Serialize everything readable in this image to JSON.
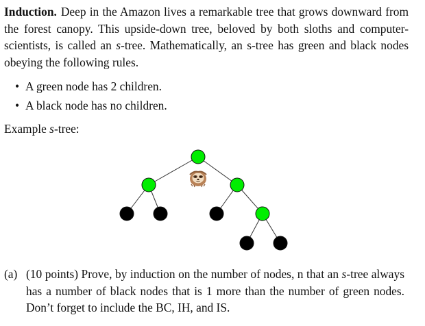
{
  "intro": {
    "lead": "Induction.",
    "part1": "Deep in the Amazon lives a remarkable tree that grows downward from the forest canopy. This upside-down tree, beloved by both sloths and computer-scientists, is called an ",
    "term": "s",
    "part2": "-tree. Mathematically, an s-tree has green and black nodes obeying the following rules."
  },
  "rules": [
    {
      "bullet": "•",
      "text": "A green node has 2 children."
    },
    {
      "bullet": "•",
      "text": "A black node has no children."
    }
  ],
  "example": {
    "label": "Example ",
    "term": "s",
    "rest": "-tree:"
  },
  "tree": {
    "colors": {
      "green": "#00ee00",
      "black": "#000000",
      "edge": "#333333",
      "sloth": "#c08a60"
    },
    "nodes": [
      {
        "id": "root",
        "color": "green"
      },
      {
        "id": "l",
        "color": "green"
      },
      {
        "id": "r",
        "color": "green"
      },
      {
        "id": "ll",
        "color": "black"
      },
      {
        "id": "lr",
        "color": "black"
      },
      {
        "id": "rl",
        "color": "black"
      },
      {
        "id": "rr",
        "color": "green"
      },
      {
        "id": "rrl",
        "color": "black"
      },
      {
        "id": "rrr",
        "color": "black"
      }
    ],
    "edges": [
      [
        "root",
        "l"
      ],
      [
        "root",
        "r"
      ],
      [
        "l",
        "ll"
      ],
      [
        "l",
        "lr"
      ],
      [
        "r",
        "rl"
      ],
      [
        "r",
        "rr"
      ],
      [
        "rr",
        "rrl"
      ],
      [
        "rr",
        "rrr"
      ]
    ],
    "sloth_icon": "sloth-icon"
  },
  "question": {
    "label": "(a)",
    "part1": "(10 points) Prove, by induction on the number of nodes, n that an ",
    "term": "s",
    "part2": "-tree always has a number of black nodes that is 1 more than the number of green nodes. Don’t forget to include the BC, IH, and IS."
  }
}
